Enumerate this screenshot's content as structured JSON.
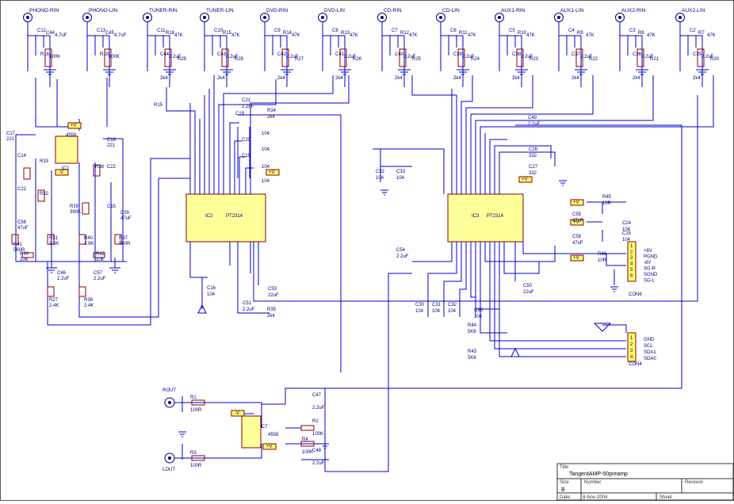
{
  "inputs": [
    {
      "name": "PHONO-RIN"
    },
    {
      "name": "PHONO-LIN"
    },
    {
      "name": "TUNER-RIN"
    },
    {
      "name": "TUNER-LIN"
    },
    {
      "name": "DVD-RIN"
    },
    {
      "name": "DVD-LIN"
    },
    {
      "name": "CD-RIN"
    },
    {
      "name": "CD-LIN"
    },
    {
      "name": "AUX1-RIN"
    },
    {
      "name": "AUX1-LIN"
    },
    {
      "name": "AUX2-RIN"
    },
    {
      "name": "AUX2-LIN"
    }
  ],
  "input_parts": [
    [
      "C12",
      "C44",
      "4.7uF",
      "R16",
      "100K"
    ],
    [
      "C13",
      "C45",
      "4.7uF",
      "R18",
      "100K"
    ],
    [
      "C11",
      "R18",
      "47K",
      "C44",
      "2.2uF",
      "R29",
      "2k4"
    ],
    [
      "C10",
      "R15",
      "47K",
      "C43",
      "2.2uF",
      "R28",
      "2k4"
    ],
    [
      "C9",
      "R14",
      "47K",
      "C42",
      "2.2uF",
      "R27",
      "2k4"
    ],
    [
      "C8",
      "R13",
      "47K",
      "C41",
      "2.2uF",
      "R26",
      "2k4"
    ],
    [
      "C7",
      "R12",
      "47K",
      "C40",
      "2.2uF",
      "R25",
      "2k4"
    ],
    [
      "C6",
      "R11",
      "47K",
      "C39",
      "2.2uF",
      "R24",
      "2k4"
    ],
    [
      "C5",
      "R10",
      "47K",
      "C38",
      "2.2uF",
      "R23",
      "2k4"
    ],
    [
      "C4",
      "R9",
      "47K",
      "C37",
      "2.2uF",
      "R22",
      "2k4"
    ],
    [
      "C3",
      "R8",
      "47K",
      "C36",
      "2.2uF",
      "R21",
      "2k4"
    ],
    [
      "C2",
      "R7",
      "47K",
      "C35",
      "2.2uF",
      "R20",
      "2k4"
    ]
  ],
  "chips": {
    "ic1_ref": "IC1",
    "ic1_part": "4558",
    "ic2_ref": "IC2",
    "ic2_part": "PT2314",
    "ic3_ref": "IC3",
    "ic3_part": "PT2314",
    "ic7_ref": "C7",
    "ic7_part": "4558"
  },
  "phono_labels": [
    [
      "C17",
      "221"
    ],
    [
      "C18",
      "221"
    ],
    [
      "C14",
      ""
    ],
    [
      "C22",
      ""
    ],
    [
      "R33",
      ""
    ],
    [
      "R32",
      ""
    ],
    [
      "R38",
      ""
    ],
    [
      "C22",
      ""
    ],
    [
      "R39",
      "390K"
    ],
    [
      "C15",
      ""
    ],
    [
      "C56",
      "47uF"
    ],
    [
      "C55",
      "47uF"
    ],
    [
      "R41",
      "560R"
    ],
    [
      "R31",
      "3.9K"
    ],
    [
      "R40",
      "3.9K"
    ],
    [
      "R37",
      "560R"
    ],
    [
      "R30",
      "10K"
    ],
    [
      "R42",
      "10K"
    ],
    [
      "C46",
      "2.2uF"
    ],
    [
      "C57",
      "2.2uF"
    ],
    [
      "R27",
      "2.4K"
    ],
    [
      "R36",
      "2.4K"
    ]
  ],
  "ic_side_labels": [
    [
      "R15",
      ""
    ],
    [
      "C21",
      "2.2uF"
    ],
    [
      "R34",
      "2k4"
    ],
    [
      "C19",
      ""
    ],
    [
      "C20",
      ""
    ],
    [
      "C19",
      ""
    ],
    [
      "104",
      ""
    ],
    [
      "104",
      ""
    ],
    [
      "104",
      ""
    ],
    [
      "104",
      ""
    ],
    [
      "C16",
      "104"
    ],
    [
      "C53",
      "22uF"
    ],
    [
      "C51",
      "2.2uF"
    ],
    [
      "R35",
      "2k4"
    ],
    [
      "C54",
      "2.2uF"
    ],
    [
      "C49",
      "2.2uF"
    ],
    [
      "C26",
      "332"
    ],
    [
      "C27",
      "332"
    ],
    [
      "C32",
      "104"
    ],
    [
      "C33",
      "104"
    ],
    [
      "C30",
      "104"
    ],
    [
      "C31",
      "104"
    ],
    [
      "C32",
      "104"
    ],
    [
      "C33",
      "104"
    ],
    [
      "R44",
      "5K6"
    ],
    [
      "R43",
      "5K6"
    ],
    [
      "C50",
      "22uF"
    ],
    [
      "R45",
      "10R"
    ],
    [
      "R46",
      "10R"
    ],
    [
      "C24",
      "104"
    ],
    [
      "C25",
      "104"
    ],
    [
      "C58",
      "47uF"
    ],
    [
      "C55",
      "47uF"
    ]
  ],
  "con6_pins": [
    "+8V",
    "PGND",
    "-8V",
    "SG-R",
    "SGND",
    "SG-L"
  ],
  "con6_nums": [
    "1",
    "2",
    "3",
    "4",
    "5",
    "6"
  ],
  "con4_pins": [
    "GND",
    "SCL",
    "SDA1",
    "SDA0"
  ],
  "con4_nums": [
    "1",
    "2",
    "3",
    "4"
  ],
  "connectors": {
    "con6_ref": "CON6",
    "con4_ref": "CON4"
  },
  "outputs": {
    "rout": "ROUT",
    "lout": "LOUT"
  },
  "output_labels": [
    [
      "R1",
      "100R"
    ],
    [
      "R3",
      "100R"
    ],
    [
      "C47",
      "2.2uF"
    ],
    [
      "C48",
      "2.2uF"
    ],
    [
      "R2",
      "100K"
    ],
    [
      "R4",
      "100K"
    ]
  ],
  "power_flags": [
    "+V",
    "-V",
    "+V",
    "+V",
    "+V",
    "+V",
    "+V",
    "-V",
    "+V",
    "-V"
  ],
  "title_block": {
    "title_heading": "Title",
    "title": "TangentAMP-50preamp",
    "size_heading": "Size",
    "size": "B",
    "number_heading": "Number",
    "revision_heading": "Revision",
    "date_heading": "Date:",
    "date": "8-Nov-2004",
    "sheet_heading": "Sheet"
  }
}
